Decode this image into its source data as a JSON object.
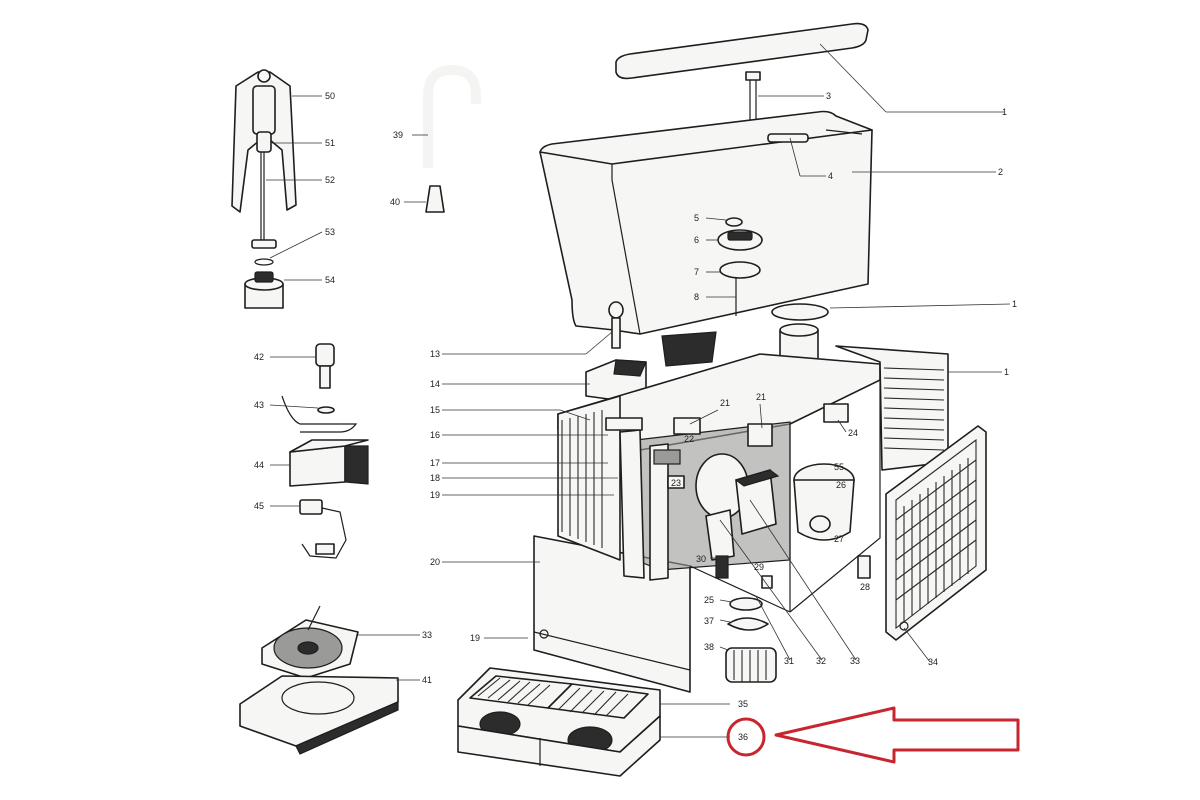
{
  "diagram": {
    "callouts": [
      "50",
      "51",
      "52",
      "53",
      "54",
      "39",
      "40",
      "42",
      "43",
      "44",
      "45",
      "33",
      "41",
      "3",
      "1",
      "4",
      "2",
      "5",
      "6",
      "7",
      "8",
      "13",
      "14",
      "15",
      "16",
      "17",
      "18",
      "19",
      "20",
      "21",
      "22",
      "23",
      "24",
      "26",
      "27",
      "28",
      "29",
      "30",
      "25",
      "37",
      "38",
      "31",
      "32",
      "35",
      "36"
    ],
    "callout_extra": {
      "left_19": "19",
      "right_1b": "1",
      "right_1c": "1",
      "mid_21b": "21",
      "mid_33": "33",
      "right_34": "34",
      "mid_55": "55"
    },
    "highlight": {
      "target": "36",
      "color": "#c8262f"
    },
    "colors": {
      "line": "#1e1e1e",
      "accent": "#c8262f",
      "background": "#ffffff"
    }
  }
}
